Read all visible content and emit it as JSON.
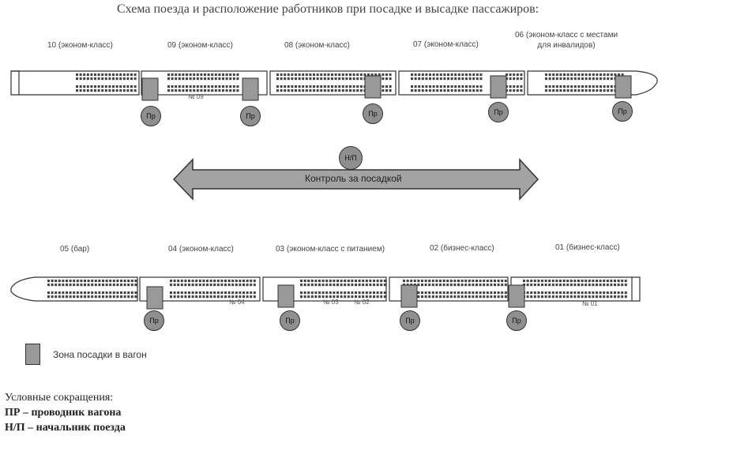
{
  "title": "Схема поезда и расположение работников при посадке и высадке пассажиров:",
  "top_cars": [
    {
      "label": "10 (эконом-класс)"
    },
    {
      "label": "09 (эконом-класс)",
      "num": "№ 09"
    },
    {
      "label": "08 (эконом-класс)"
    },
    {
      "label": "07 (эконом-класс)"
    },
    {
      "label_line1": "06 (эконом-класс с местами",
      "label_line2": "для инвалидов)"
    }
  ],
  "bottom_cars": [
    {
      "label": "05 (бар)"
    },
    {
      "label": "04 (эконом-класс)",
      "num": "№ 04"
    },
    {
      "label": "03 (эконом-класс с питанием)",
      "num": "№ 03"
    },
    {
      "label": "02 (бизнес-класс)",
      "num": "№ 02"
    },
    {
      "label": "01 (бизнес-класс)",
      "num": "№ 01"
    }
  ],
  "conductor_badge": "Пр",
  "chief_badge": "Н/П",
  "arrow_label": "Контроль за посадкой",
  "legend_label": "Зона посадки в вагон",
  "abbreviations": {
    "heading": "Условные сокращения:",
    "line1": "ПР – проводник вагона",
    "line2": "Н/П – начальник поезда"
  },
  "colors": {
    "badge": "#8f8f8f",
    "zone": "#999999",
    "arrow": "#a3a3a3",
    "outline": "#333333"
  }
}
